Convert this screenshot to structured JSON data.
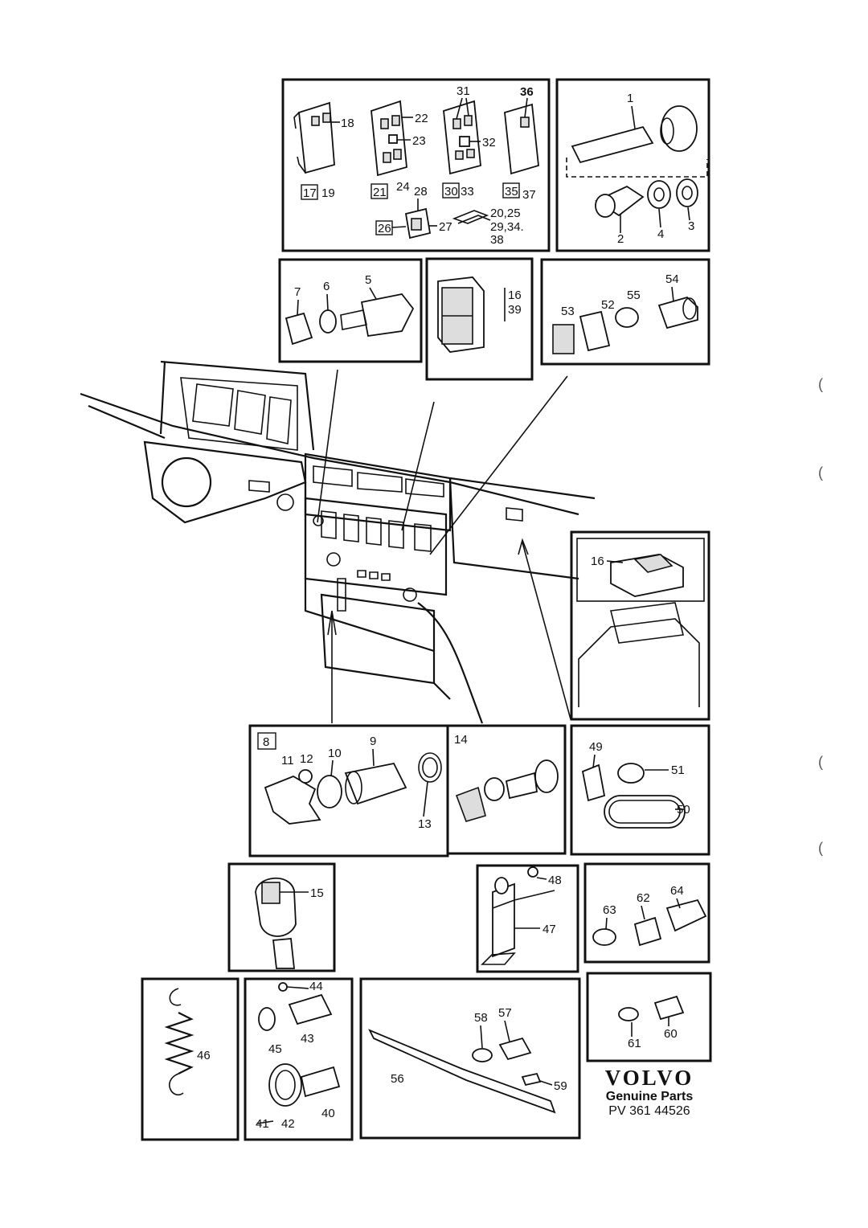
{
  "brand": {
    "logo": "VOLVO",
    "subtitle": "Genuine Parts",
    "code": "PV 361 44526"
  },
  "side_marks": [
    "(",
    "(",
    "(",
    "("
  ],
  "parts": {
    "p1": "1",
    "p2": "2",
    "p3": "3",
    "p4": "4",
    "p5": "5",
    "p6": "6",
    "p7": "7",
    "p8": "8",
    "p9": "9",
    "p10": "10",
    "p11": "11",
    "p12": "12",
    "p13": "13",
    "p14": "14",
    "p15": "15",
    "p16a": "16",
    "p16b": "16",
    "p17": "17",
    "p18": "18",
    "p19": "19",
    "p21": "21",
    "p22": "22",
    "p23": "23",
    "p24": "24",
    "p26": "26",
    "p27": "27",
    "p28": "28",
    "p20_25": "20,25",
    "p29_34": "29,34.",
    "p38": "38",
    "p30": "30",
    "p31": "31",
    "p32": "32",
    "p33": "33",
    "p35": "35",
    "p36": "36",
    "p37": "37",
    "p39": "39",
    "p40": "40",
    "p41": "41",
    "p42": "42",
    "p43": "43",
    "p44": "44",
    "p45": "45",
    "p46": "46",
    "p47": "47",
    "p48": "48",
    "p49": "49",
    "p50": "50",
    "p51": "51",
    "p52": "52",
    "p53": "53",
    "p54": "54",
    "p55": "55",
    "p56": "56",
    "p57": "57",
    "p58": "58",
    "p59": "59",
    "p60": "60",
    "p61": "61",
    "p62": "62",
    "p63": "63",
    "p64": "64"
  }
}
